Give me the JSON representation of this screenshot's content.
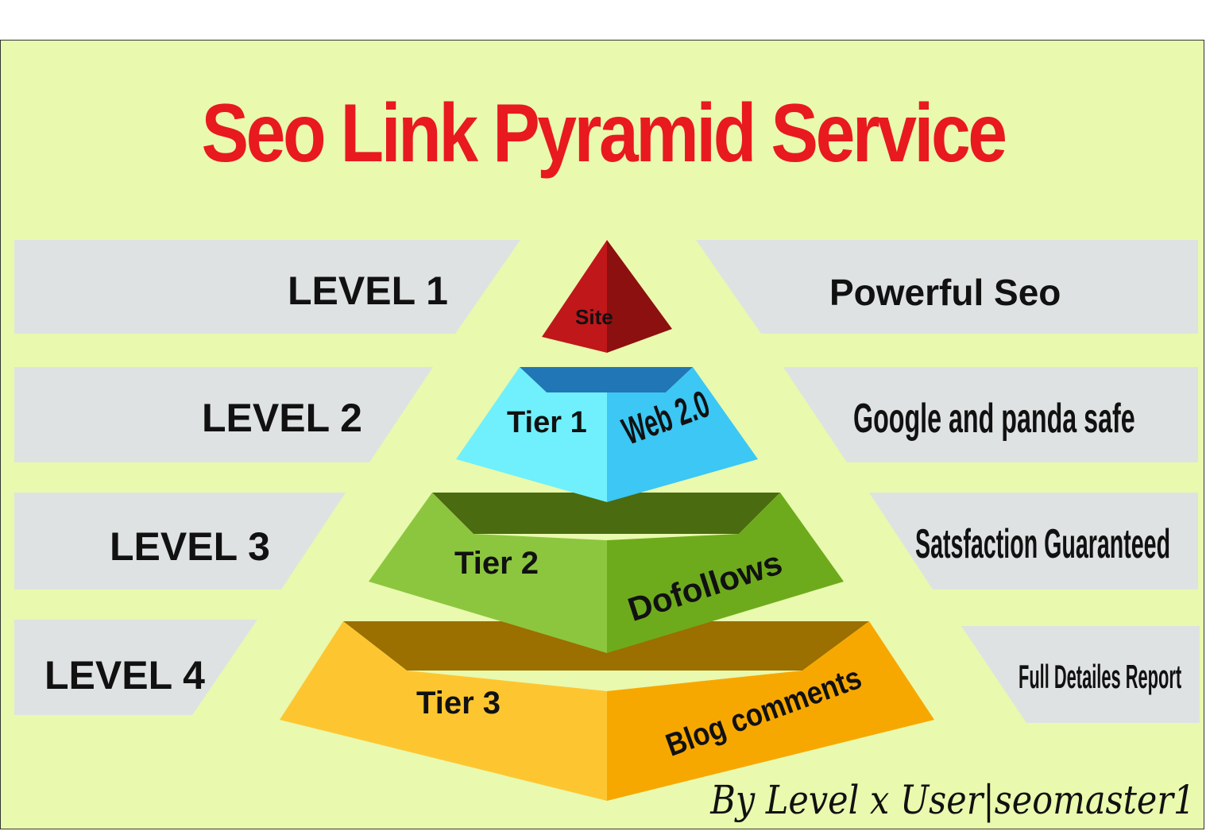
{
  "title": "Seo Link Pyramid Service",
  "levels": [
    {
      "label": "LEVEL 1",
      "feature": "Powerful Seo"
    },
    {
      "label": "LEVEL 2",
      "feature": "Google and panda safe"
    },
    {
      "label": "LEVEL 3",
      "feature": "Satsfaction Guaranteed"
    },
    {
      "label": "LEVEL 4",
      "feature": "Full Detailes Report"
    }
  ],
  "pyramid": {
    "top": {
      "label": "Site",
      "color": "#c0171b"
    },
    "tier1": {
      "label": "Tier 1",
      "side": "Web 2.0",
      "color": "#6ff0fc"
    },
    "tier2": {
      "label": "Tier 2",
      "side": "Dofollows",
      "color": "#8cc63f"
    },
    "tier3": {
      "label": "Tier 3",
      "side": "Blog comments",
      "color": "#fdc631"
    }
  },
  "signature": "By Level x User|seomaster1",
  "colors": {
    "background": "#e9f9ae",
    "band": "#dfe2e2",
    "title": "#e8191f"
  }
}
